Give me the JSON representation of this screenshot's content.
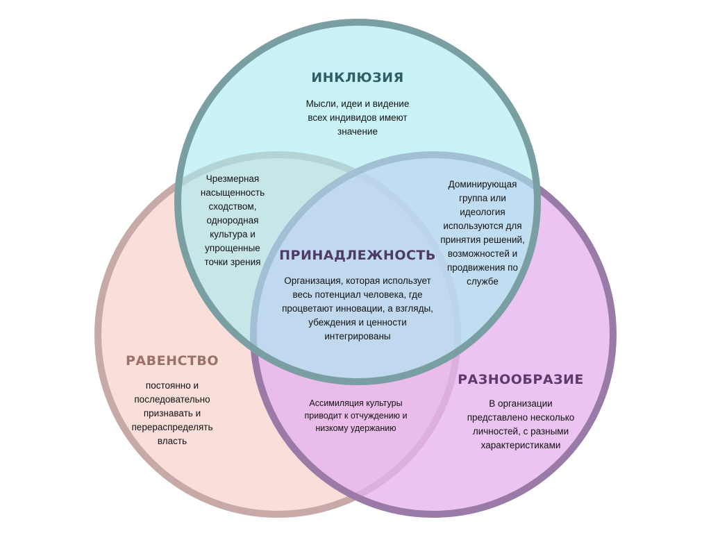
{
  "colors": {
    "inclusion_fill": "#a8ecf0",
    "equality_fill": "#f8d8d4",
    "diversity_fill": "#e4b0ee",
    "inclusion_stroke": "#7a9fa3",
    "equality_stroke": "#c7aaa8",
    "diversity_stroke": "#9a7aa6",
    "inclusion_title": "#2e5f66",
    "equality_title": "#9b7068",
    "diversity_title": "#5c3a6c",
    "belonging_title": "#4e3a66"
  },
  "inclusion": {
    "title": "ИНКЛЮЗИЯ",
    "text": "Мысли, идеи и видение\nвсех индивидов имеют\nзначение"
  },
  "equality": {
    "title": "РАВЕНСТВО",
    "text": "постоянно и\nпоследовательно\nпризнавать и\nперераспределять\nвласть"
  },
  "diversity": {
    "title": "РАЗНООБРАЗИЕ",
    "text": "В организации\nпредставлено несколько\nличностей, с разными\nхарактеристиками"
  },
  "overlaps": {
    "inclusion_equality": "Чрезмерная\nнасыщенность\nсходством,\nоднородная\nкультура и\nупрощенные\nточки зрения",
    "inclusion_diversity": "Доминирующая\nгруппа или\nидеология\nиспользуются для\nпринятия решений,\nвозможностей и\nпродвижения по\nслужбе",
    "equality_diversity": "Ассимиляция культуры\nприводит к отчуждению и\nнизкому удержанию"
  },
  "belonging": {
    "title": "ПРИНАДЛЕЖНОСТЬ",
    "text": "Организация, которая использует\nвесь потенциал человека, где\nпроцветают инновации, а взгляды,\nубеждения и ценности\nинтегрированы"
  }
}
